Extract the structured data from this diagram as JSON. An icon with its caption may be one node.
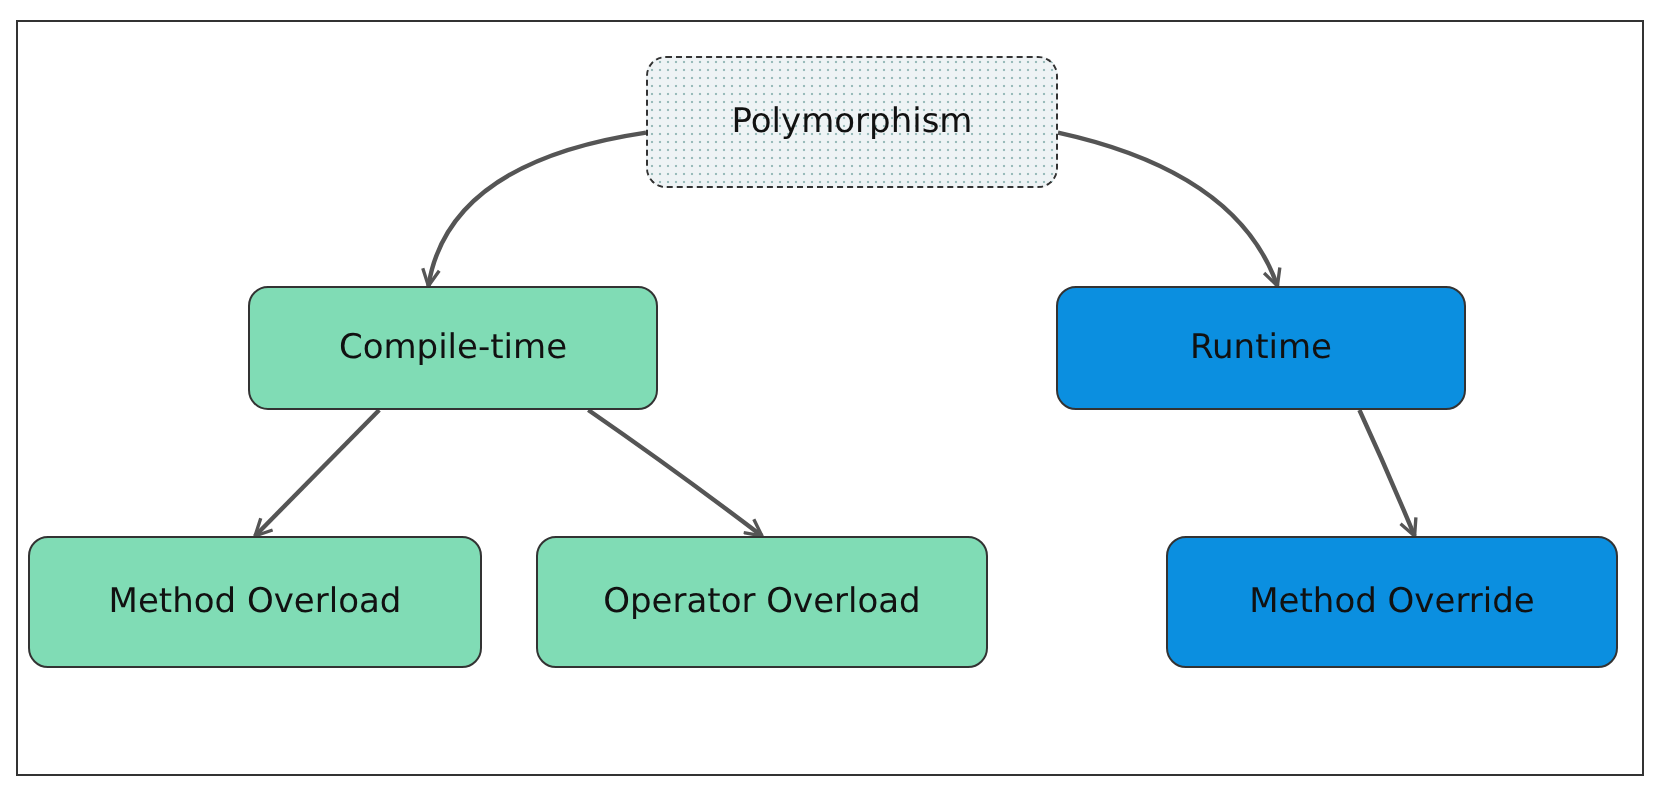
{
  "diagram": {
    "nodes": [
      {
        "text": [
          "Polymorphism"
        ]
      },
      {
        "text": [
          "Compile-time"
        ]
      },
      {
        "text": [
          "Runtime"
        ]
      },
      {
        "text": [
          "Method Overload"
        ]
      },
      {
        "text": [
          "Operator Overload"
        ]
      },
      {
        "text": [
          "Method Override"
        ]
      }
    ],
    "edges": [
      {
        "from": 0,
        "to": 1,
        "arrow": "to"
      },
      {
        "from": 0,
        "to": 2,
        "arrow": "to"
      },
      {
        "from": 1,
        "to": 3,
        "arrow": "to"
      },
      {
        "from": 1,
        "to": 4,
        "arrow": "to"
      },
      {
        "from": 2,
        "to": 5,
        "arrow": "to"
      }
    ]
  }
}
